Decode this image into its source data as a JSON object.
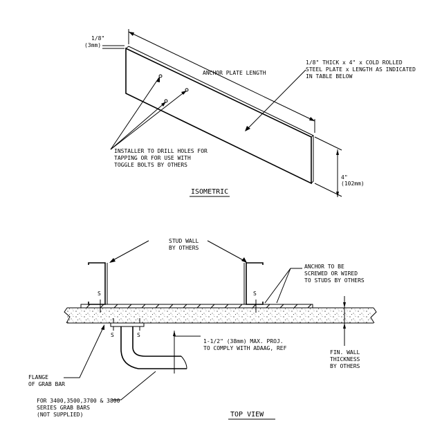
{
  "isometric": {
    "thickness_label": "1/8\"",
    "thickness_metric": "(3mm)",
    "length_label": "ANCHOR PLATE LENGTH",
    "plate_note": [
      "1/8\" THICK x 4\" x COLD ROLLED",
      "STEEL PLATE x LENGTH AS INDICATED",
      "IN TABLE BELOW"
    ],
    "holes_note": [
      "INSTALLER TO DRILL HOLES FOR",
      "TAPPING OR FOR USE WITH",
      "TOGGLE BOLTS BY OTHERS"
    ],
    "height_label": "4\"",
    "height_metric": "(102mm)",
    "view_title": "ISOMETRIC"
  },
  "top_view": {
    "stud_note": [
      "STUD WALL",
      "BY OTHERS"
    ],
    "anchor_note": [
      "ANCHOR TO BE",
      "SCREWED OR WIRED",
      "TO STUDS BY OTHERS"
    ],
    "screw_mark": "S",
    "projection_note": [
      "1-1/2\" (38mm) MAX. PROJ.",
      "TO COMPLY WITH ADAAG, REF"
    ],
    "wall_note": [
      "FIN. WALL",
      "THICKNESS",
      "BY OTHERS"
    ],
    "flange_note": [
      "FLANGE",
      "OF GRAB BAR"
    ],
    "series_note": [
      "FOR 3400,3500,3700 & 3800",
      "SERIES GRAB BARS",
      "(NOT SUPPLIED)"
    ],
    "view_title": "TOP VIEW"
  }
}
